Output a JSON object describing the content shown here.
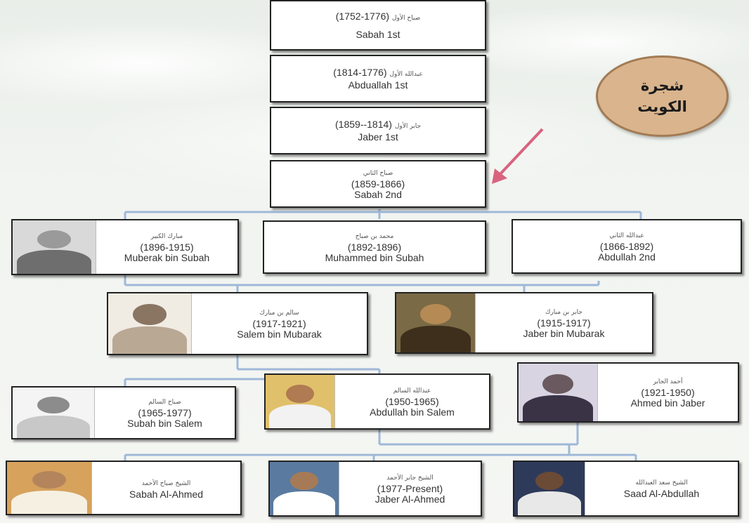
{
  "badge": {
    "line1": "شجرة",
    "line2": "الكويت"
  },
  "colors": {
    "badge_fill": "#d9b48d",
    "connector": "#9fb8d8",
    "arrow": "#d9637f"
  },
  "tree": [
    {
      "ar": "صباح الأول",
      "dates": "(1752-1776)",
      "name": "Sabah 1st"
    },
    {
      "ar": "عبدالله الأول",
      "dates": "(1776-1814)",
      "name": "Abduallah 1st"
    },
    {
      "ar": "جابر الأول",
      "dates": "(1814--1859)",
      "name": "Jaber 1st"
    },
    {
      "ar": "صباح الثاني",
      "dates": "(1859-1866)",
      "name": "Sabah 2nd"
    },
    {
      "ar": "مبارك الكبير",
      "dates": "(1896-1915)",
      "name": "Muberak bin Subah"
    },
    {
      "ar": "محمد بن صباح",
      "dates": "(1892-1896)",
      "name": "Muhammed bin Subah"
    },
    {
      "ar": "عبدالله الثاني",
      "dates": "(1866-1892)",
      "name": "Abdullah 2nd"
    },
    {
      "ar": "سالم بن مبارك",
      "dates": "(1917-1921)",
      "name": "Salem bin Mubarak"
    },
    {
      "ar": "جابر بن مبارك",
      "dates": "(1915-1917)",
      "name": "Jaber bin Mubarak"
    },
    {
      "ar": "صباح السالم",
      "dates": "(1965-1977)",
      "name": "Subah bin Salem"
    },
    {
      "ar": "عبدالله السالم",
      "dates": "(1950-1965)",
      "name": "Abdullah bin Salem"
    },
    {
      "ar": "أحمد الجابر",
      "dates": "(1921-1950)",
      "name": "Ahmed bin Jaber"
    },
    {
      "ar": "الشيخ صباح الأحمد",
      "dates": "",
      "name": "Sabah Al-Ahmed"
    },
    {
      "ar": "الشيخ جابر الأحمد",
      "dates": "(1977-Present)",
      "name": "Jaber Al-Ahmed"
    },
    {
      "ar": "الشيخ سعد العبدالله",
      "dates": "",
      "name": "Saad Al-Abdullah"
    }
  ]
}
